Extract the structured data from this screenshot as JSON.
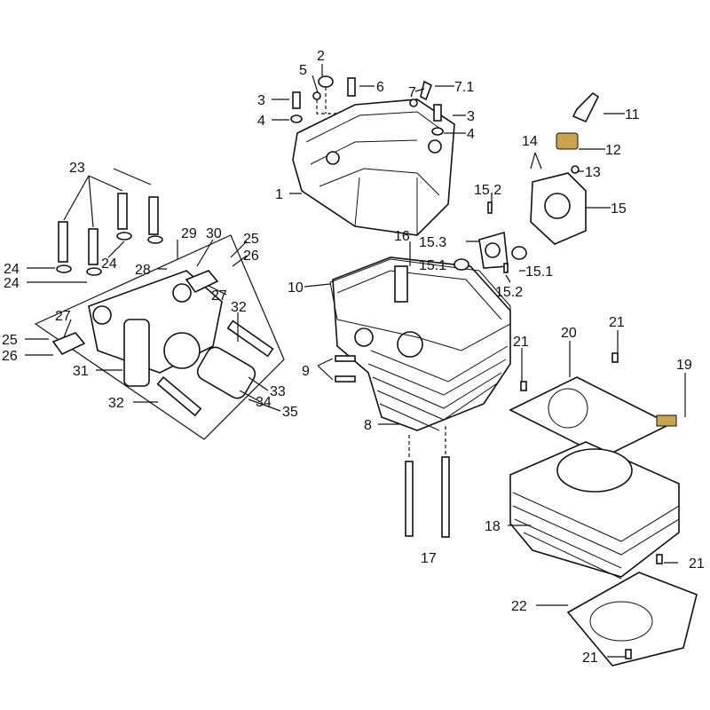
{
  "diagram": {
    "title": "Cylinder head / cylinder exploded parts diagram",
    "labels": [
      "1",
      "2",
      "3",
      "4",
      "5",
      "6",
      "7",
      "7.1",
      "3",
      "4",
      "11",
      "12",
      "13",
      "14",
      "15",
      "15.2",
      "16",
      "15.3",
      "15.1",
      "15.1",
      "15.2",
      "10",
      "9",
      "8",
      "17",
      "23",
      "24",
      "24",
      "24",
      "29",
      "30",
      "25",
      "26",
      "28",
      "27",
      "32",
      "27",
      "25",
      "26",
      "31",
      "32",
      "33",
      "34",
      "35",
      "21",
      "20",
      "21",
      "19",
      "18",
      "21",
      "22",
      "21"
    ],
    "colors": {
      "line": "#111111",
      "brass": "#c9a450",
      "background": "#ffffff"
    }
  }
}
